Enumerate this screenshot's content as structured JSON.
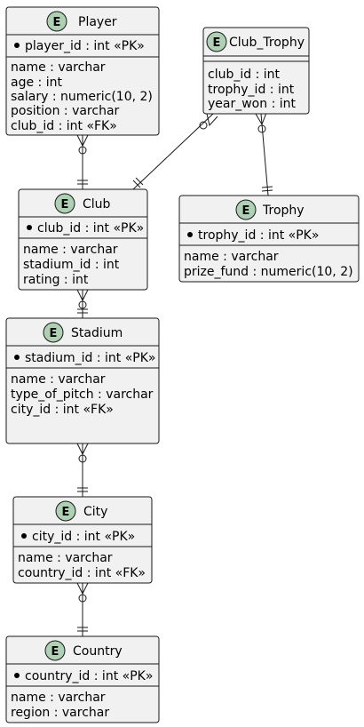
{
  "entity_badge_letter": "E",
  "colors": {
    "entity_fill": "#f1f1f1",
    "border": "#181818",
    "badge_fill": "#ADD1B2"
  },
  "entities": {
    "player": {
      "title": "Player",
      "key": "player_id : int «PK»",
      "fields": [
        "name : varchar",
        "age : int",
        "salary : numeric(10, 2)",
        "position : varchar",
        "club_id : int «FK»"
      ]
    },
    "club_trophy": {
      "title": "Club_Trophy",
      "key": "",
      "fields": [
        "club_id : int",
        "trophy_id : int",
        "year_won : int"
      ]
    },
    "club": {
      "title": "Club",
      "key": "club_id : int «PK»",
      "fields": [
        "name : varchar",
        "stadium_id : int",
        "rating : int"
      ]
    },
    "trophy": {
      "title": "Trophy",
      "key": "trophy_id : int «PK»",
      "fields": [
        "name : varchar",
        "prize_fund : numeric(10, 2)"
      ]
    },
    "stadium": {
      "title": "Stadium",
      "key": "stadium_id : int «PK»",
      "fields": [
        "name : varchar",
        "type_of_pitch : varchar",
        "city_id : int «FK»"
      ]
    },
    "city": {
      "title": "City",
      "key": "city_id : int «PK»",
      "fields": [
        "name : varchar",
        "country_id : int «FK»"
      ]
    },
    "country": {
      "title": "Country",
      "key": "country_id : int «PK»",
      "fields": [
        "name : varchar",
        "region : varchar"
      ]
    }
  },
  "relations": [
    {
      "from": "player",
      "to": "club",
      "from_end": "zero-or-many",
      "to_end": "exactly-one"
    },
    {
      "from": "club_trophy",
      "to": "club",
      "from_end": "zero-or-many",
      "to_end": "exactly-one"
    },
    {
      "from": "club_trophy",
      "to": "trophy",
      "from_end": "zero-or-many",
      "to_end": "exactly-one"
    },
    {
      "from": "club",
      "to": "stadium",
      "from_end": "zero-or-many",
      "to_end": "exactly-one"
    },
    {
      "from": "stadium",
      "to": "city",
      "from_end": "zero-or-many",
      "to_end": "exactly-one"
    },
    {
      "from": "city",
      "to": "country",
      "from_end": "zero-or-many",
      "to_end": "exactly-one"
    }
  ]
}
